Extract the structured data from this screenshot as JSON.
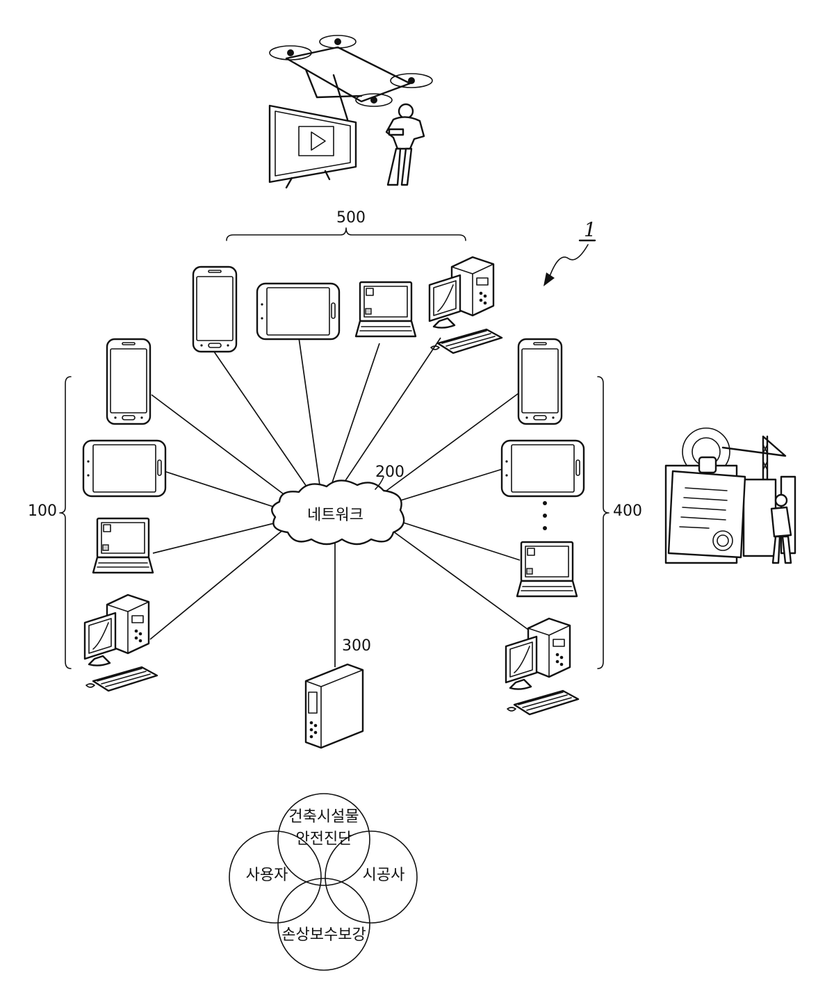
{
  "labels": {
    "system": "1",
    "user_devices": "100",
    "network_id": "200",
    "network_name": "네트워크",
    "server": "300",
    "contractor_devices": "400",
    "drone_devices": "500"
  },
  "venn": {
    "top": "건축시설물",
    "top2": "안전진단",
    "left": "사용자",
    "right": "시공사",
    "bottom": "손상보수보강"
  },
  "icons": {
    "drone": "drone-with-display-and-operator-icon",
    "contract": "contract-construction-icon",
    "smartphone": "smartphone-icon",
    "tablet": "tablet-icon",
    "laptop": "laptop-icon",
    "desktop": "desktop-computer-icon",
    "server": "server-tower-icon",
    "cloud": "network-cloud-icon"
  }
}
